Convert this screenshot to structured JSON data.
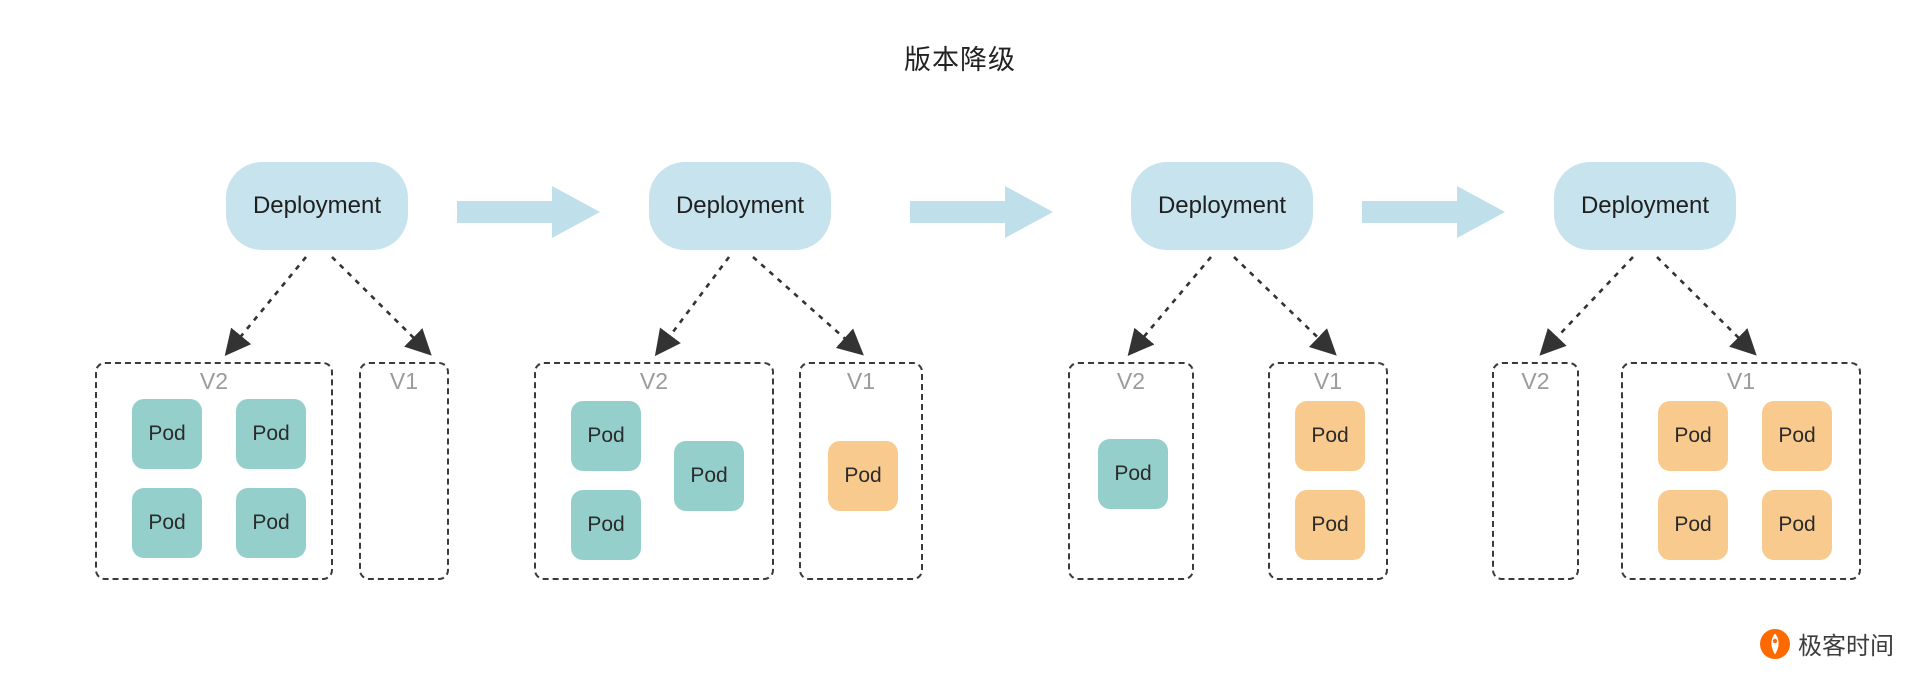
{
  "title": "版本降级",
  "colors": {
    "deployment_fill": "#C7E3ED",
    "flow_arrow_fill": "#BFDFEA",
    "pod_v2_teal": "#94CFCB",
    "pod_v1_orange": "#F8CA8E",
    "group_border": "#3a3a3a",
    "group_label_gray": "#9b9b9b",
    "brand_orange": "#FF6A00"
  },
  "stages": [
    {
      "deployment_label": "Deployment",
      "v2": {
        "label": "V2",
        "pods": [
          "Pod",
          "Pod",
          "Pod",
          "Pod"
        ]
      },
      "v1": {
        "label": "V1",
        "pods": []
      }
    },
    {
      "deployment_label": "Deployment",
      "v2": {
        "label": "V2",
        "pods": [
          "Pod",
          "Pod",
          "Pod"
        ]
      },
      "v1": {
        "label": "V1",
        "pods": [
          "Pod"
        ]
      }
    },
    {
      "deployment_label": "Deployment",
      "v2": {
        "label": "V2",
        "pods": [
          "Pod"
        ]
      },
      "v1": {
        "label": "V1",
        "pods": [
          "Pod",
          "Pod"
        ]
      }
    },
    {
      "deployment_label": "Deployment",
      "v2": {
        "label": "V2",
        "pods": []
      },
      "v1": {
        "label": "V1",
        "pods": [
          "Pod",
          "Pod",
          "Pod",
          "Pod"
        ]
      }
    }
  ],
  "footer": {
    "brand": "极客时间"
  }
}
